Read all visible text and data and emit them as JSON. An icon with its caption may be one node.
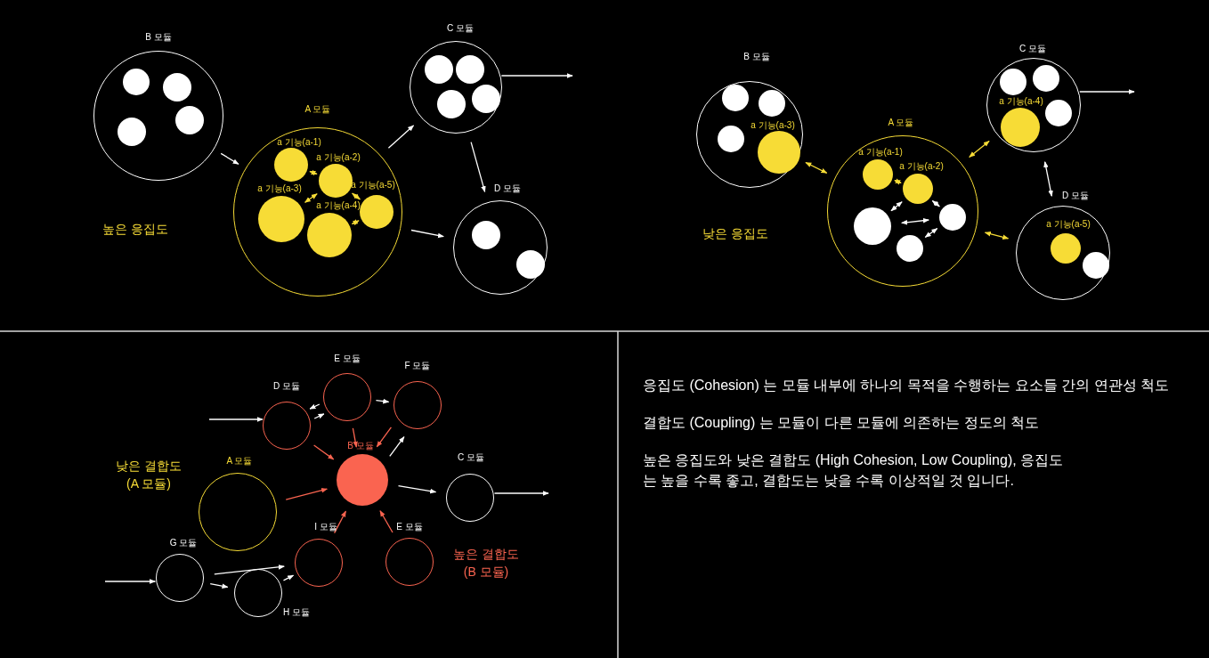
{
  "diagram": {
    "nodes": [
      {
        "text": [
          "B 모듈"
        ]
      },
      {
        "text": [],
        "shape": "circle",
        "in": 0
      },
      {
        "text": [],
        "shape": "circle",
        "in": 0
      },
      {
        "text": [],
        "shape": "circle",
        "in": 0
      },
      {
        "text": [],
        "shape": "circle",
        "in": 0
      },
      {
        "text": [
          "A 모듈"
        ]
      },
      {
        "text": [
          "a 기능(a-1)"
        ],
        "in": 5
      },
      {
        "text": [
          "a 기능(a-2)"
        ],
        "in": 5
      },
      {
        "text": [
          "a 기능(a-3)"
        ],
        "in": 5
      },
      {
        "text": [
          "a 기능(a-5)"
        ],
        "in": 5
      },
      {
        "text": [
          "a 기능(a-4)"
        ],
        "in": 5
      },
      {
        "text": [
          "C 모듈"
        ]
      },
      {
        "text": [],
        "shape": "circle",
        "in": 11
      },
      {
        "text": [],
        "shape": "circle",
        "in": 11
      },
      {
        "text": [],
        "shape": "circle",
        "in": 11
      },
      {
        "text": [],
        "shape": "circle",
        "in": 11
      },
      {
        "text": [
          "D 모듈"
        ]
      },
      {
        "text": [],
        "shape": "circle",
        "in": 16
      },
      {
        "text": [],
        "shape": "circle",
        "in": 16
      },
      {
        "text": [
          "B 모듈"
        ]
      },
      {
        "text": [],
        "shape": "circle",
        "in": 19
      },
      {
        "text": [],
        "shape": "circle",
        "in": 19
      },
      {
        "text": [],
        "shape": "circle",
        "in": 19
      },
      {
        "text": [
          "a 기능(a-3)"
        ],
        "in": 19
      },
      {
        "text": [
          "A 모듈"
        ]
      },
      {
        "text": [
          "a 기능(a-1)"
        ],
        "in": 24
      },
      {
        "text": [
          "a 기능(a-2)"
        ],
        "in": 24
      },
      {
        "text": [],
        "shape": "circle",
        "in": 24
      },
      {
        "text": [],
        "shape": "circle",
        "in": 24
      },
      {
        "text": [],
        "shape": "circle",
        "in": 24
      },
      {
        "text": [
          "C 모듈"
        ]
      },
      {
        "text": [],
        "shape": "circle",
        "in": 30
      },
      {
        "text": [],
        "shape": "circle",
        "in": 30
      },
      {
        "text": [
          "a 기능(a-4)"
        ],
        "in": 30
      },
      {
        "text": [],
        "shape": "circle",
        "in": 30
      },
      {
        "text": [
          "D 모듈"
        ]
      },
      {
        "text": [
          "a 기능(a-5)"
        ],
        "in": 35
      },
      {
        "text": [],
        "shape": "circle",
        "in": 35
      },
      {
        "text": [
          "D 모듈"
        ]
      },
      {
        "text": [
          "E 모듈"
        ]
      },
      {
        "text": [
          "F 모듈"
        ]
      },
      {
        "text": [
          "B 모듈"
        ]
      },
      {
        "text": [
          "A 모듈"
        ]
      },
      {
        "text": [
          "C 모듈"
        ]
      },
      {
        "text": [
          "I 모듈"
        ]
      },
      {
        "text": [
          "E 모듈"
        ]
      },
      {
        "text": [
          "G 모듈"
        ]
      },
      {
        "text": [
          "H 모듈"
        ]
      }
    ],
    "edges": [
      {
        "from": 0,
        "to": 5,
        "arrow": "to"
      },
      {
        "from": 5,
        "to": 11,
        "arrow": "to"
      },
      {
        "from": 11,
        "to": 16,
        "arrow": "to"
      },
      {
        "from": 5,
        "to": 16,
        "arrow": "to"
      },
      {
        "from": 11,
        "to": null,
        "arrow": "to"
      },
      {
        "from": 6,
        "to": 7,
        "arrow": "both",
        "color": "#f7dc36"
      },
      {
        "from": 8,
        "to": 7,
        "arrow": "both",
        "color": "#f7dc36"
      },
      {
        "from": 7,
        "to": 9,
        "arrow": "both",
        "color": "#f7dc36"
      },
      {
        "from": 10,
        "to": 9,
        "arrow": "both",
        "color": "#f7dc36"
      },
      {
        "from": 19,
        "to": 24,
        "arrow": "both",
        "color": "#f7dc36"
      },
      {
        "from": 24,
        "to": 30,
        "arrow": "both",
        "color": "#f7dc36"
      },
      {
        "from": 30,
        "to": 35,
        "arrow": "both"
      },
      {
        "from": 24,
        "to": 35,
        "arrow": "both",
        "color": "#f7dc36"
      },
      {
        "from": 30,
        "to": null,
        "arrow": "to"
      },
      {
        "from": 25,
        "to": 26,
        "arrow": "both",
        "color": "#f7dc36"
      },
      {
        "from": 26,
        "to": 27,
        "arrow": "both"
      },
      {
        "from": 26,
        "to": 28,
        "arrow": "both"
      },
      {
        "from": 27,
        "to": 28,
        "arrow": "both"
      },
      {
        "from": 28,
        "to": 29,
        "arrow": "both"
      },
      {
        "from": null,
        "to": 38,
        "arrow": "to"
      },
      {
        "from": 38,
        "to": 39,
        "arrow": "to"
      },
      {
        "from": 39,
        "to": 38,
        "arrow": "to"
      },
      {
        "from": 39,
        "to": 40,
        "arrow": "to"
      },
      {
        "from": 39,
        "to": 41,
        "arrow": "to",
        "color": "#fa6450"
      },
      {
        "from": 38,
        "to": 41,
        "arrow": "to",
        "color": "#fa6450"
      },
      {
        "from": 41,
        "to": 40,
        "arrow": "to"
      },
      {
        "from": 40,
        "to": 41,
        "arrow": "to",
        "color": "#fa6450"
      },
      {
        "from": 42,
        "to": 41,
        "arrow": "to",
        "color": "#fa6450"
      },
      {
        "from": 41,
        "to": 43,
        "arrow": "to"
      },
      {
        "from": 43,
        "to": null,
        "arrow": "to"
      },
      {
        "from": 44,
        "to": 41,
        "arrow": "to",
        "color": "#fa6450"
      },
      {
        "from": 45,
        "to": 41,
        "arrow": "to",
        "color": "#fa6450"
      },
      {
        "from": null,
        "to": 46,
        "arrow": "to"
      },
      {
        "from": 46,
        "to": 44,
        "arrow": "to"
      },
      {
        "from": 46,
        "to": 47,
        "arrow": "to"
      },
      {
        "from": 47,
        "to": 44,
        "arrow": "to"
      }
    ],
    "labels": [
      "높은 응집도",
      "낮은 응집도",
      "낮은 결합도 (A 모듈)",
      "높은 결합도 (B 모듈)",
      "응집도 (Cohesion) 는 모듈 내부에 하나의 목적을 수행하는 요소들 간의 연관성 척도",
      "결합도 (Coupling) 는 모듈이 다른 모듈에 의존하는 정도의 척도",
      "높은 응집도와 낮은 결합도 (High Cohesion, Low Coupling), 응집도는 높을 수록 좋고, 결합도는 낮을 수록 이상적일 것 입니다."
    ]
  }
}
